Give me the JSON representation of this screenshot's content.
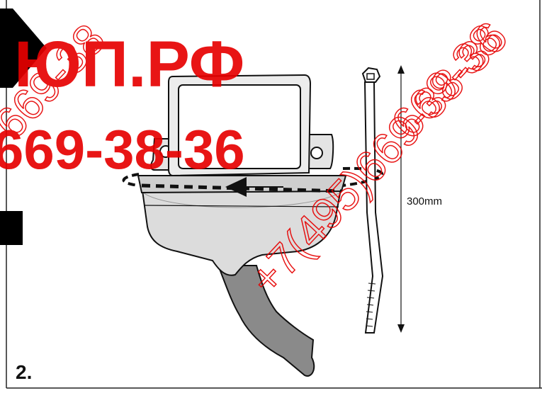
{
  "step": {
    "number": "2."
  },
  "dimension": {
    "cable_tie_length": "300mm"
  },
  "watermark": {
    "line1": "ЮП.РФ",
    "line2": "669-38-36",
    "diagonal_1": "+7(495)669-38-36",
    "diagonal_2": "669-38",
    "diagonal_3": "669-38",
    "color": "#e60000"
  },
  "colors": {
    "line": "#111111",
    "housing_light": "#dcdcdc",
    "housing_mid": "#cfcfcf",
    "hose": "#8a8a8a"
  }
}
